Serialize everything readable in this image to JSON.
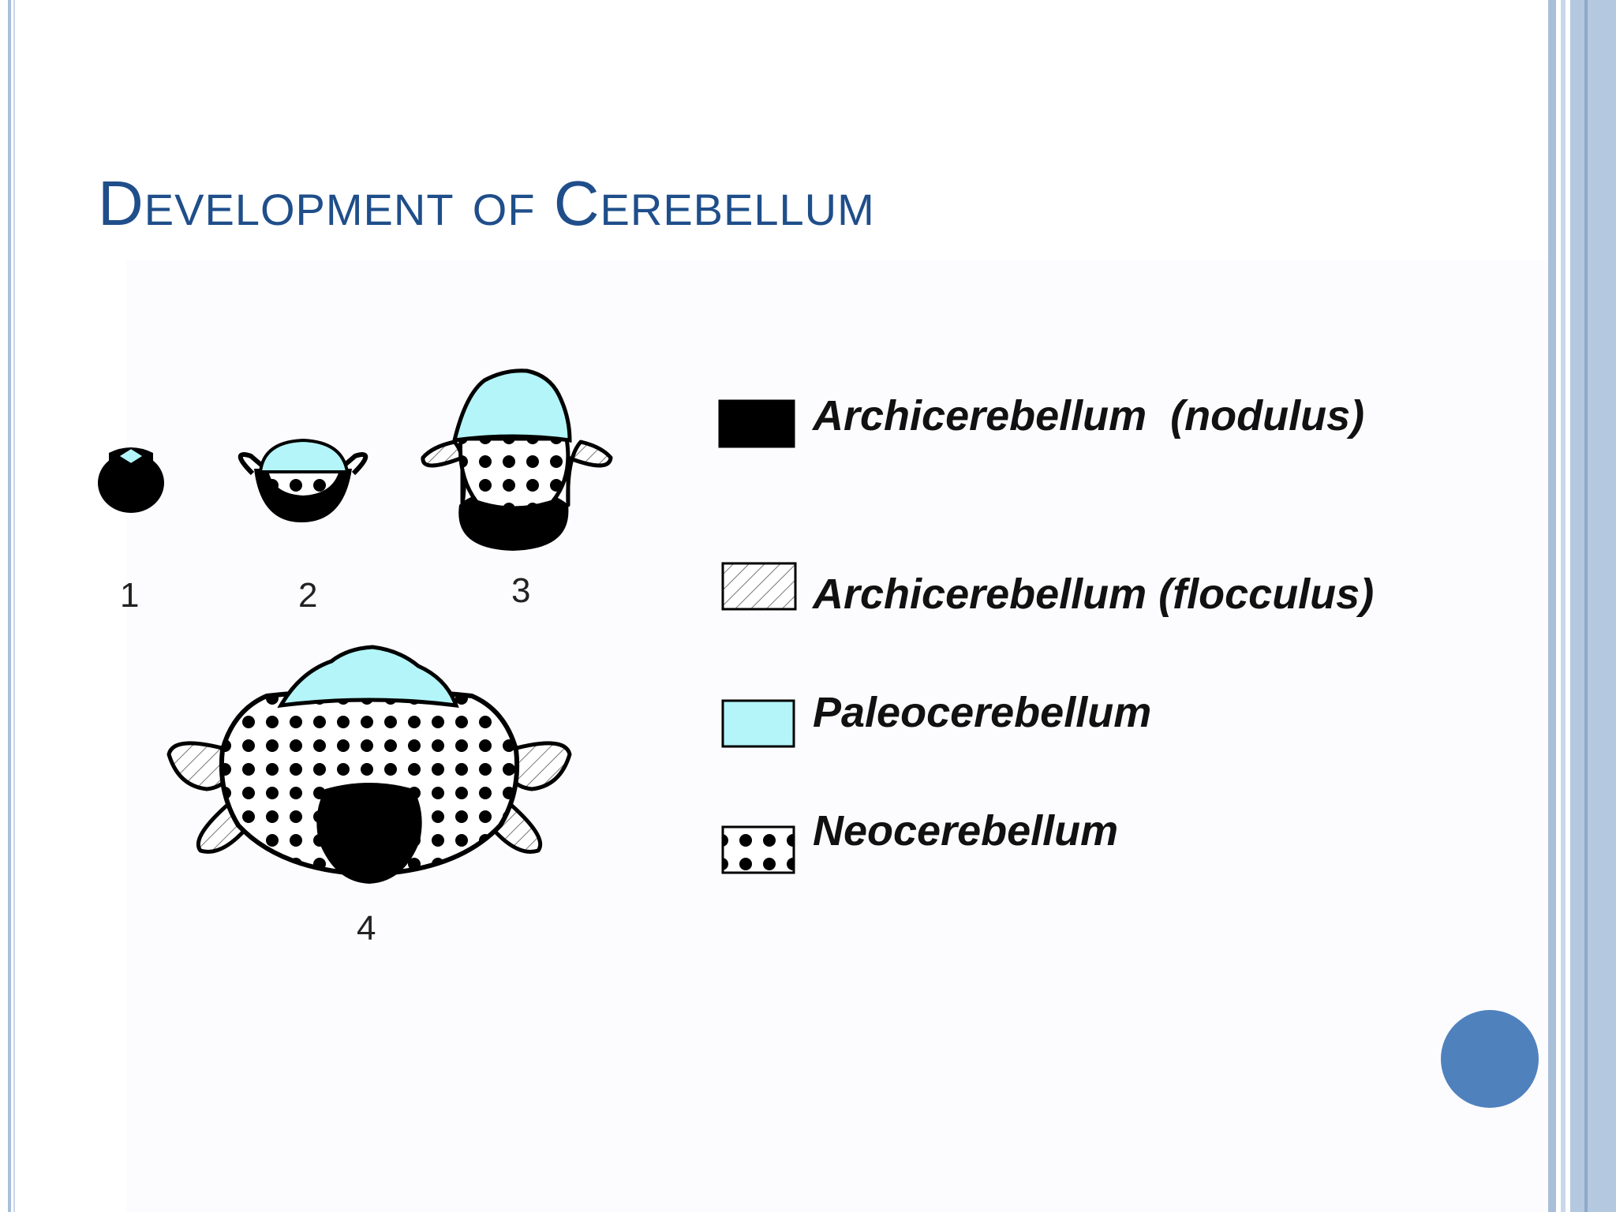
{
  "slide": {
    "title": "Development of Cerebellum"
  },
  "figure": {
    "stages": [
      {
        "label": "1"
      },
      {
        "label": "2"
      },
      {
        "label": "3"
      },
      {
        "label": "4"
      }
    ]
  },
  "legend": {
    "items": [
      {
        "label": "Archicerebellum  (nodulus)",
        "swatch": "solid-black",
        "color": "#000000"
      },
      {
        "label": "Archicerebellum (flocculus)",
        "swatch": "diagonal-hatch",
        "color": "#ffffff"
      },
      {
        "label": "Paleocerebellum",
        "swatch": "solid-cyan",
        "color": "#b3f5f8"
      },
      {
        "label": "Neocerebellum",
        "swatch": "black-dots",
        "color": "#ffffff"
      }
    ]
  },
  "colors": {
    "title": "#1f4e8a",
    "paleo": "#b3f5f8",
    "frame": "#a9bfd9",
    "nav_dot": "#4f81bd"
  }
}
